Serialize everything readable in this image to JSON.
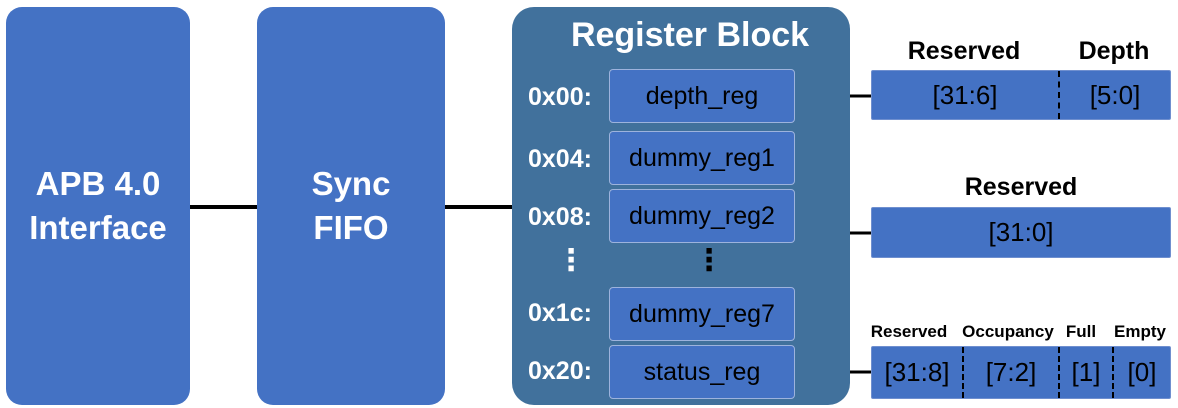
{
  "blocks": {
    "apb": {
      "line1": "APB 4.0",
      "line2": "Interface"
    },
    "fifo": {
      "line1": "Sync",
      "line2": "FIFO"
    }
  },
  "register_block": {
    "title": "Register Block",
    "registers": [
      {
        "addr": "0x00:",
        "name": "depth_reg"
      },
      {
        "addr": "0x04:",
        "name": "dummy_reg1"
      },
      {
        "addr": "0x08:",
        "name": "dummy_reg2"
      },
      {
        "addr": "0x1c:",
        "name": "dummy_reg7"
      },
      {
        "addr": "0x20:",
        "name": "status_reg"
      }
    ],
    "ellipsis": "⋮"
  },
  "fields": {
    "depth": {
      "labels": [
        "Reserved",
        "Depth"
      ],
      "cells": [
        "[31:6]",
        "[5:0]"
      ]
    },
    "dummy": {
      "labels": [
        "Reserved"
      ],
      "cells": [
        "[31:0]"
      ]
    },
    "status": {
      "labels": [
        "Reserved",
        "Occupancy",
        "Full",
        "Empty"
      ],
      "cells": [
        "[31:8]",
        "[7:2]",
        "[1]",
        "[0]"
      ]
    }
  },
  "colors": {
    "block_blue": "#4472c4",
    "register_block_bg": "#41719c",
    "wire": "#000000"
  }
}
